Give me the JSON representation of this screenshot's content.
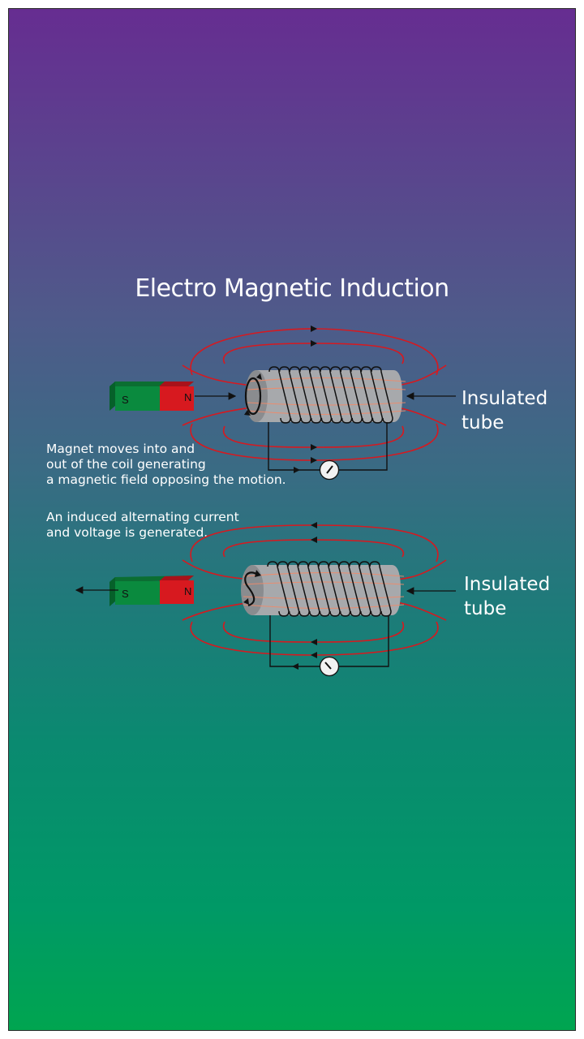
{
  "title": "Electro Magnetic Induction",
  "description": {
    "paragraph_1": "Magnet moves into and\nout of the coil generating\na magnetic field opposing the motion.",
    "paragraph_2": "An induced alternating current\nand voltage is generated."
  },
  "panels": [
    {
      "name": "magnet-moving-in",
      "magnet": {
        "south_label": "S",
        "north_label": "N",
        "motion": "toward coil"
      },
      "tube_label": "Insulated\ntube",
      "field_arrow_direction": "right",
      "current_direction": "clockwise",
      "meter_needle": "right"
    },
    {
      "name": "magnet-moving-out",
      "magnet": {
        "south_label": "S",
        "north_label": "N",
        "motion": "away from coil"
      },
      "tube_label": "Insulated\ntube",
      "field_arrow_direction": "left",
      "current_direction": "counter-clockwise",
      "meter_needle": "left"
    }
  ],
  "colors": {
    "gradient_top": "#662d91",
    "gradient_bottom": "#00a550",
    "magnet_south": "#0a8a3e",
    "magnet_north": "#d7191f",
    "field_lines": "#d7191f",
    "tube": "#a7a9ac",
    "wire": "#111111"
  }
}
